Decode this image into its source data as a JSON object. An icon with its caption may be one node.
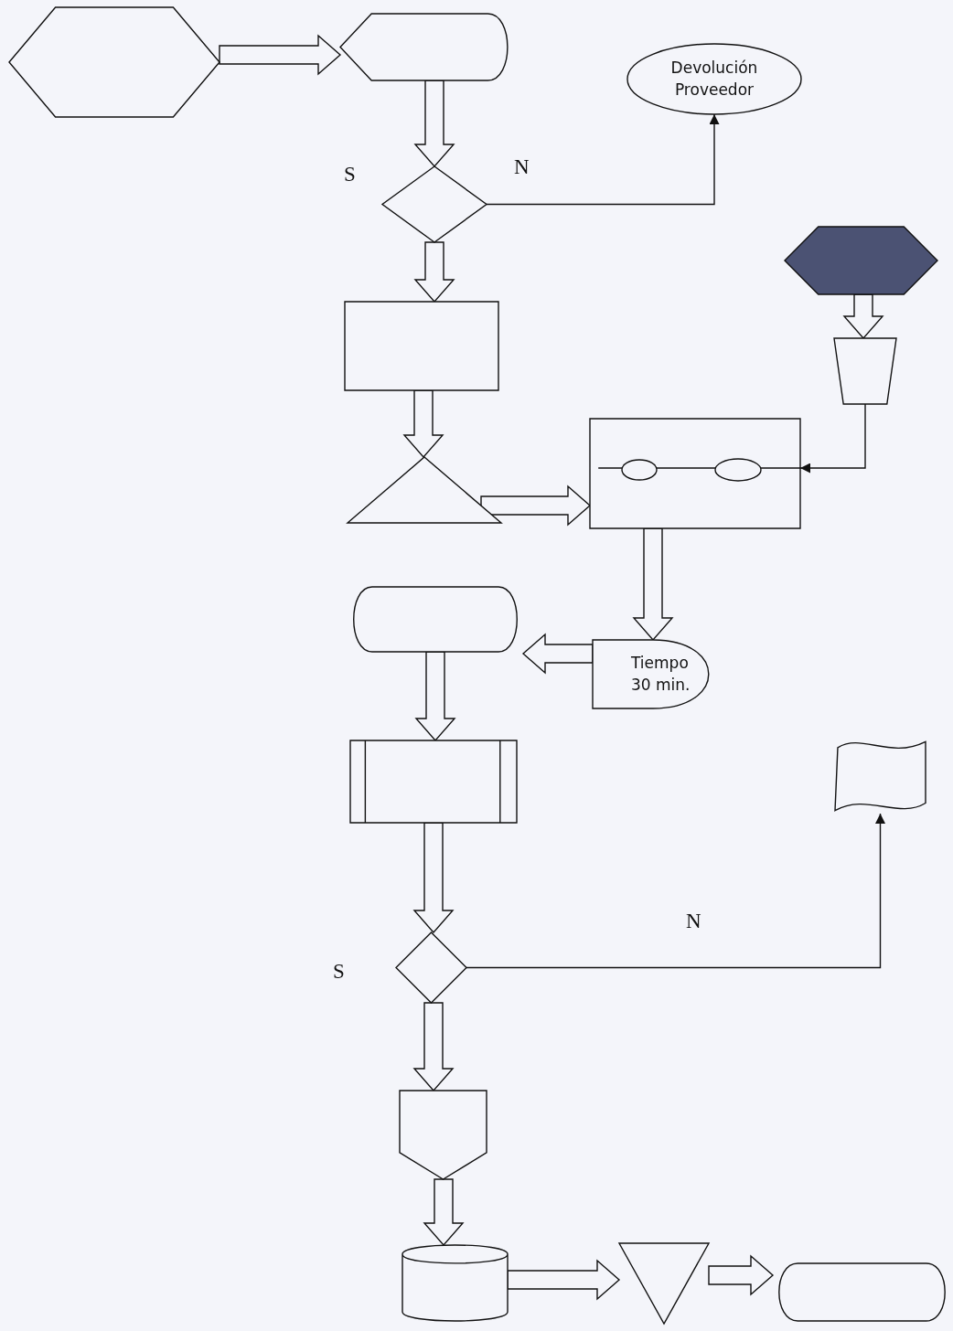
{
  "diagram": {
    "nodes": [
      {
        "text": [],
        "shape": "hexagon"
      },
      {
        "text": [],
        "shape": "display"
      },
      {
        "text": [
          "Devolución Proveedor"
        ]
      },
      {
        "text": [],
        "shape": "diamond"
      },
      {
        "text": [],
        "shape": "box"
      },
      {
        "text": [],
        "shape": "triangle"
      },
      {
        "text": [],
        "shape": "box"
      },
      {
        "text": [],
        "shape": "ellipse",
        "in": 6
      },
      {
        "text": [],
        "shape": "ellipse",
        "in": 6
      },
      {
        "text": [],
        "shape": "hexagon"
      },
      {
        "text": [],
        "shape": "trapezoid"
      },
      {
        "text": [
          "Tiempo 30 min."
        ]
      },
      {
        "text": [],
        "shape": "terminator"
      },
      {
        "text": [],
        "shape": "box"
      },
      {
        "text": [],
        "shape": "document"
      },
      {
        "text": [],
        "shape": "diamond"
      },
      {
        "text": [],
        "shape": "pentagon"
      },
      {
        "text": [],
        "shape": "cylinder"
      },
      {
        "text": [],
        "shape": "triangle"
      },
      {
        "text": [],
        "shape": "terminator"
      }
    ],
    "edges": [
      {
        "from": 0,
        "to": 1,
        "arrow": "to",
        "style": "thick"
      },
      {
        "from": 1,
        "to": 3,
        "arrow": "to",
        "style": "thick"
      },
      {
        "from": 3,
        "to": 2,
        "arrow": "to"
      },
      {
        "from": 3,
        "to": 4,
        "arrow": "to",
        "style": "thick"
      },
      {
        "from": 4,
        "to": 5,
        "arrow": "to",
        "style": "thick"
      },
      {
        "from": 5,
        "to": 6,
        "arrow": "to",
        "style": "thick"
      },
      {
        "from": 9,
        "to": 10,
        "arrow": "to",
        "style": "thick"
      },
      {
        "from": 10,
        "to": 6,
        "arrow": "to"
      },
      {
        "from": 6,
        "to": 11,
        "arrow": "to",
        "style": "thick"
      },
      {
        "from": 11,
        "to": 12,
        "arrow": "to",
        "style": "thick"
      },
      {
        "from": 12,
        "to": 13,
        "arrow": "to",
        "style": "thick"
      },
      {
        "from": 13,
        "to": 15,
        "arrow": "to",
        "style": "thick"
      },
      {
        "from": 15,
        "to": 14,
        "arrow": "to"
      },
      {
        "from": 15,
        "to": 16,
        "arrow": "to",
        "style": "thick"
      },
      {
        "from": 16,
        "to": 17,
        "arrow": "to",
        "style": "thick"
      },
      {
        "from": 17,
        "to": 18,
        "arrow": "to",
        "style": "thick"
      },
      {
        "from": 18,
        "to": 19,
        "arrow": "to",
        "style": "thick"
      }
    ],
    "labels": [
      "S",
      "N",
      "N",
      "S"
    ]
  }
}
